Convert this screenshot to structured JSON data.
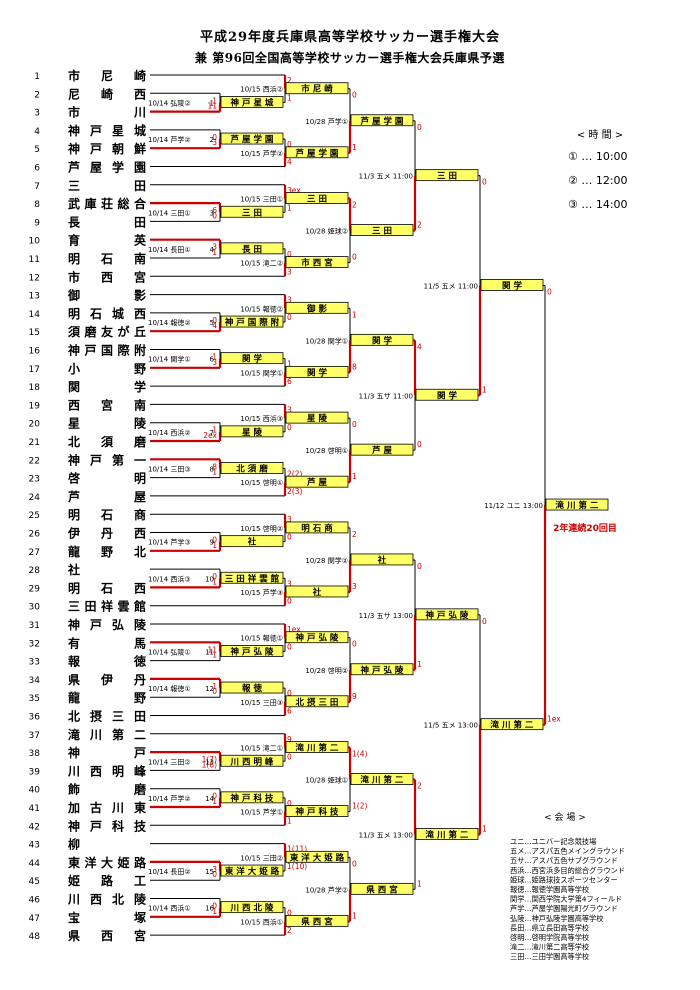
{
  "title": {
    "line1": "平成29年度兵庫県高等学校サッカー選手権大会",
    "line2": "兼 第96回全国高等学校サッカー選手権大会兵庫県予選"
  },
  "teams": [
    "市 尼 崎",
    "尼 崎 西",
    "市 川",
    "神 戸 星 城",
    "神 戸 朝 鮮",
    "芦 屋 学 園",
    "三 田",
    "武 庫 荘 総 合",
    "長 田",
    "育 英",
    "明 石 南",
    "市 西 宮",
    "御 影",
    "明 石 城 西",
    "須 磨 友 が 丘",
    "神 戸 国 際 附",
    "小 野",
    "関 学",
    "西 宮 南",
    "星 陵",
    "北 須 磨",
    "神 戸 第 一",
    "啓 明",
    "芦 屋",
    "明 石 商",
    "伊 丹 西",
    "龍 野 北",
    "社",
    "明 石 西",
    "三 田 祥 雲 館",
    "神 戸 弘 陵",
    "有 馬",
    "報 徳",
    "県 伊 丹",
    "龍 野",
    "北 摂 三 田",
    "滝 川 第 二",
    "神 戸",
    "川 西 明 峰",
    "飾 磨",
    "加 古 川 東",
    "神 戸 科 技",
    "柳",
    "東 洋 大 姫 路",
    "姫 路 工",
    "川 西 北 陵",
    "宝 塚",
    "県 西 宮"
  ],
  "round1": [
    {
      "match": 1,
      "info": "10/14 弘陵②",
      "winner": "神 戸 星 城",
      "s1": "1",
      "s2": "11",
      "top": false
    },
    {
      "match": 2,
      "info": "10/14 芦学②",
      "winner": "芦 屋 学 園",
      "s1": "0",
      "s2": "3",
      "top": false
    },
    {
      "match": 3,
      "info": "10/14 三田①",
      "winner": "三 田",
      "s1": "6",
      "s2": "0",
      "top": true
    },
    {
      "match": 4,
      "info": "10/14 長田①",
      "winner": "長 田",
      "s1": "3",
      "s2": "1",
      "top": true
    },
    {
      "match": 5,
      "info": "10/14 報徳②",
      "winner": "神 戸 国 際 附",
      "s1": "0",
      "s2": "4",
      "top": false
    },
    {
      "match": 6,
      "info": "10/14 関学①",
      "winner": "関 学",
      "s1": "1",
      "s2": "3",
      "top": false
    },
    {
      "match": 7,
      "info": "10/14 西浜②",
      "winner": "星 陵",
      "s1": "1",
      "s2": "2ex",
      "top": false
    },
    {
      "match": 8,
      "info": "10/14 三田③",
      "winner": "北 須 磨",
      "s1": "8",
      "s2": "1",
      "top": true
    },
    {
      "match": 9,
      "info": "10/14 芦学③",
      "winner": "社",
      "s1": "0",
      "s2": "1",
      "top": false
    },
    {
      "match": 10,
      "info": "10/14 西浜③",
      "winner": "三 田 祥 雲 館",
      "s1": "0",
      "s2": "1",
      "top": false
    },
    {
      "match": 11,
      "info": "10/14 弘陵①",
      "winner": "神 戸 弘 陵",
      "s1": "11",
      "s2": "1",
      "top": true
    },
    {
      "match": 12,
      "info": "10/14 報徳①",
      "winner": "報 徳",
      "s1": "1",
      "s2": "0",
      "top": true
    },
    {
      "match": 13,
      "info": "10/14 三田②",
      "winner": "川 西 明 峰",
      "s1": "1(7)",
      "s2": "1(6)",
      "top": true
    },
    {
      "match": 14,
      "info": "10/14 芦学②",
      "winner": "神 戸 科 技",
      "s1": "0",
      "s2": "1",
      "top": false
    },
    {
      "match": 15,
      "info": "10/14 長田②",
      "winner": "東 洋 大 姫 路",
      "s1": "3",
      "s2": "0",
      "top": true
    },
    {
      "match": 16,
      "info": "10/14 西浜①",
      "winner": "川 西 北 陵",
      "s1": "0",
      "s2": "1",
      "top": false
    }
  ],
  "round2": [
    {
      "match": 17,
      "info": "10/15 西浜②",
      "winner": "市 尼 崎",
      "s1": "2",
      "s2": "1",
      "top": true
    },
    {
      "match": 18,
      "info": "10/15 芦学②",
      "winner": "芦 屋 学 園",
      "s1": "0",
      "s2": "4",
      "top": false
    },
    {
      "match": 19,
      "info": "10/15 三田①",
      "winner": "三 田",
      "s1": "3ex",
      "s2": "1",
      "top": true
    },
    {
      "match": 20,
      "info": "10/15 滝二②",
      "winner": "市 西 宮",
      "s1": "0",
      "s2": "3",
      "top": false
    },
    {
      "match": 21,
      "info": "10/15 報徳②",
      "winner": "御 影",
      "s1": "3",
      "s2": "0",
      "top": true
    },
    {
      "match": 22,
      "info": "10/15 関学①",
      "winner": "関 学",
      "s1": "1",
      "s2": "6",
      "top": false
    },
    {
      "match": 23,
      "info": "10/15 西浜③",
      "winner": "星 陵",
      "s1": "3",
      "s2": "0",
      "top": true
    },
    {
      "match": 24,
      "info": "10/15 啓明①",
      "winner": "芦 屋",
      "s1": "2(2)",
      "s2": "2(3)",
      "top": false
    },
    {
      "match": 25,
      "info": "10/15 啓明②",
      "winner": "明 石 商",
      "s1": "3",
      "s2": "0",
      "top": true
    },
    {
      "match": 26,
      "info": "10/15 芦学③",
      "winner": "社",
      "s1": "3",
      "s2": "0",
      "top": false
    },
    {
      "match": 27,
      "info": "10/15 報徳①",
      "winner": "神 戸 弘 陵",
      "s1": "1ex",
      "s2": "0",
      "top": true
    },
    {
      "match": 28,
      "info": "10/15 三田③",
      "winner": "北 摂 三 田",
      "s1": "0",
      "s2": "6",
      "top": false
    },
    {
      "match": 29,
      "info": "10/15 滝二①",
      "winner": "滝 川 第 二",
      "s1": "9",
      "s2": "0",
      "top": true
    },
    {
      "match": 30,
      "info": "10/15 芦学①",
      "winner": "神 戸 科 技",
      "s1": "0",
      "s2": "1",
      "top": false
    },
    {
      "match": 31,
      "info": "10/15 三田②",
      "winner": "東 洋 大 姫 路",
      "s1": "1(11)",
      "s2": "1(10)",
      "top": true
    },
    {
      "match": 32,
      "info": "10/15 西浜①",
      "winner": "県 西 宮",
      "s1": "0",
      "s2": "2",
      "top": false
    }
  ],
  "round3": [
    {
      "match": 33,
      "info": "10/28 芦学①",
      "winner": "芦 屋 学 園",
      "s1": "0",
      "s2": "1",
      "top": false
    },
    {
      "match": 34,
      "info": "10/28 姫球②",
      "winner": "三 田",
      "s1": "2",
      "s2": "0",
      "top": true
    },
    {
      "match": 35,
      "info": "10/28 関学①",
      "winner": "関 学",
      "s1": "1",
      "s2": "8",
      "top": false
    },
    {
      "match": 36,
      "info": "10/28 啓明①",
      "winner": "芦 屋",
      "s1": "0",
      "s2": "1",
      "top": false
    },
    {
      "match": 37,
      "info": "10/28 関学②",
      "winner": "社",
      "s1": "2",
      "s2": "3",
      "top": false
    },
    {
      "match": 38,
      "info": "10/28 啓明②",
      "winner": "神 戸 弘 陵",
      "s1": "0",
      "s2": "9",
      "top": false
    },
    {
      "match": 39,
      "info": "10/28 姫球①",
      "winner": "滝 川 第 二",
      "s1": "1(4)",
      "s2": "1(2)",
      "top": true
    },
    {
      "match": 40,
      "info": "10/28 芦学②",
      "winner": "県 西 宮",
      "s1": "0",
      "s2": "1",
      "top": false
    }
  ],
  "round4": [
    {
      "match": 41,
      "info": "11/3 五メ 11:00",
      "winner": "三 田",
      "s1": "0",
      "s2": "2",
      "top": false
    },
    {
      "match": 42,
      "info": "11/3 五サ 11:00",
      "winner": "関 学",
      "s1": "4",
      "s2": "0",
      "top": true
    },
    {
      "match": 43,
      "info": "11/3 五サ 13:00",
      "winner": "神 戸 弘 陵",
      "s1": "0",
      "s2": "1",
      "top": false
    },
    {
      "match": 44,
      "info": "11/3 五メ 13:00",
      "winner": "滝 川 第 二",
      "s1": "2",
      "s2": "1",
      "top": true
    }
  ],
  "round5": [
    {
      "match": 45,
      "info": "11/5 五メ 11:00",
      "winner": "関 学",
      "s1": "0",
      "s2": "1",
      "top": false
    },
    {
      "match": 46,
      "info": "11/5 五メ 13:00",
      "winner": "滝 川 第 二",
      "s1": "0",
      "s2": "1",
      "top": false
    }
  ],
  "final": {
    "match": 47,
    "info": "11/12 ユニ 13:00",
    "winner": "滝 川 第 二",
    "s1": "0",
    "s2": "1ex",
    "top": false
  },
  "champion_note": "2年連続20回目",
  "times": {
    "title": "< 時 間 >",
    "items": [
      "① … 10:00",
      "② … 12:00",
      "③ … 14:00"
    ]
  },
  "venues": {
    "title": "< 会 場 >",
    "items": [
      "ユニ…ユニバー記念競技場",
      "五メ…アスパ五色メイングラウンド",
      "五サ…アスパ五色サブグラウンド",
      "西浜…西宮浜多目的総合グラウンド",
      "姫球…姫路球技スポーツセンター",
      "報徳…報徳学園高等学校",
      "関学…関西学院大学第4フィールド",
      "芦学…芦屋学園陽光町グラウンド",
      "弘陵…神戸弘陵学園高等学校",
      "長田…県立長田高等学校",
      "啓明…啓明学院高等学校",
      "滝二…滝川第二高等学校",
      "三田…三田学園高等学校"
    ]
  },
  "colors": {
    "win_line": "#cc0000",
    "lose_line": "#000000",
    "winner_box": "#ffff66",
    "score": "#cc0000"
  }
}
